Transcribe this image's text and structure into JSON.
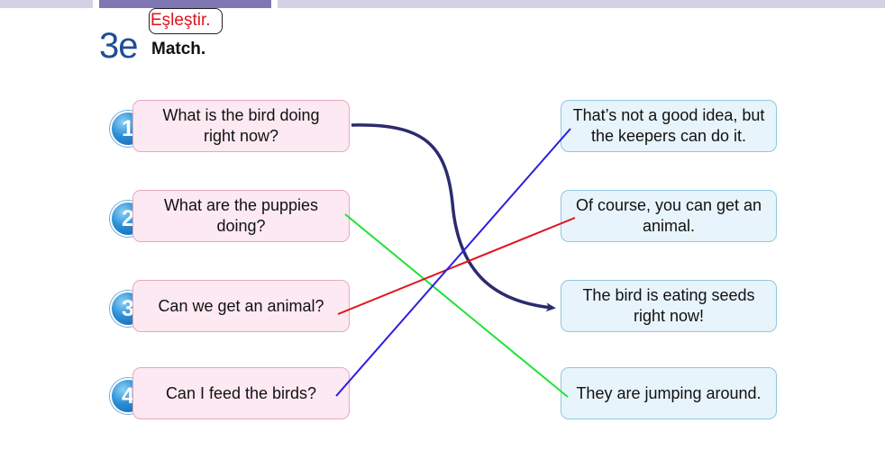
{
  "exercise": {
    "number": "3e",
    "hint": "Eşleştir.",
    "title": "Match."
  },
  "questions": [
    {
      "num": "1",
      "text": "What is the bird doing right now?"
    },
    {
      "num": "2",
      "text": "What are the puppies doing?"
    },
    {
      "num": "3",
      "text": "Can we get an animal?"
    },
    {
      "num": "4",
      "text": "Can I feed the birds?"
    }
  ],
  "answers": [
    {
      "text": "That’s not a good idea, but the keepers can do it."
    },
    {
      "text": "Of course, you can get an animal."
    },
    {
      "text": "The bird is eating seeds right now!"
    },
    {
      "text": "They are jumping around."
    }
  ],
  "matches": [
    {
      "question": 1,
      "answer": 3,
      "color": "#2c2b6e",
      "style": "curved-arrow"
    },
    {
      "question": 2,
      "answer": 4,
      "color": "#22e03a",
      "style": "straight"
    },
    {
      "question": 3,
      "answer": 2,
      "color": "#e0141e",
      "style": "straight"
    },
    {
      "question": 4,
      "answer": 1,
      "color": "#2a1ee0",
      "style": "straight"
    }
  ]
}
